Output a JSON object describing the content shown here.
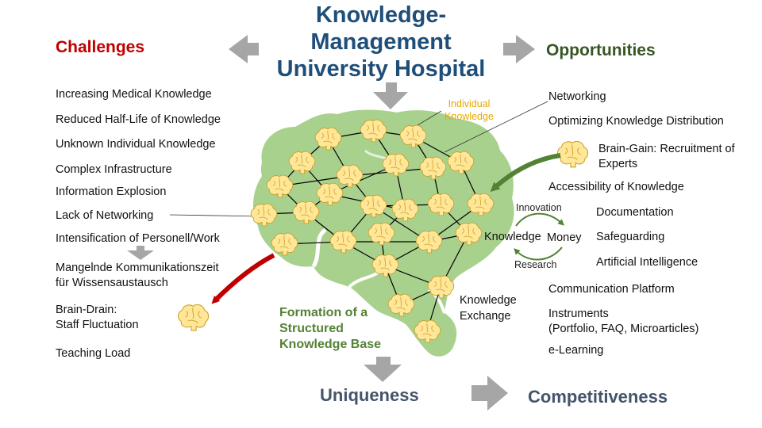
{
  "title": {
    "line1": "Knowledge-",
    "line2": "Management",
    "line3": "University Hospital"
  },
  "challenges": {
    "heading": "Challenges",
    "items": [
      "Increasing Medical Knowledge",
      "Reduced Half-Life of Knowledge",
      "Unknown Individual Knowledge",
      "Complex Infrastructure",
      "Information Explosion",
      "Lack of Networking",
      "Intensification of Personell/Work"
    ],
    "sub_line1": "Mangelnde Kommunikationszeit",
    "sub_line2": "für Wissensaustausch",
    "brain_drain_line1": "Brain-Drain:",
    "brain_drain_line2": "Staff Fluctuation",
    "teaching": "Teaching Load"
  },
  "opportunities": {
    "heading": "Opportunities",
    "networking": "Networking",
    "optimizing": "Optimizing Knowledge Distribution",
    "brain_gain_line1": "Brain-Gain: Recruitment of",
    "brain_gain_line2": "Experts",
    "accessibility": "Accessibility of Knowledge",
    "documentation": "Documentation",
    "safeguarding": "Safeguarding",
    "ai": "Artificial Intelligence",
    "communication": "Communication Platform",
    "instruments_line1": "Instruments",
    "instruments_line2": "(Portfolio, FAQ, Microarticles)",
    "elearning": "e-Learning"
  },
  "cycle": {
    "innovation": "Innovation",
    "knowledge": "Knowledge",
    "money": "Money",
    "research": "Research"
  },
  "individual_knowledge_line1": "Individual",
  "individual_knowledge_line2": "Knowledge",
  "knowledge_exchange_line1": "Knowledge",
  "knowledge_exchange_line2": "Exchange",
  "formation": {
    "line1": "Formation of a",
    "line2": "Structured",
    "line3": "Knowledge Base"
  },
  "uniqueness": "Uniqueness",
  "competitiveness": "Competitiveness",
  "colors": {
    "title": "#1f4e79",
    "challenges": "#c00000",
    "opportunities": "#375623",
    "brain_green": "#a9d18e",
    "mini_brain": "#ffe699",
    "arrow_gray": "#a6a6a6",
    "arrow_red": "#c00000",
    "arrow_green": "#548235",
    "individual_text": "#e6a800"
  }
}
